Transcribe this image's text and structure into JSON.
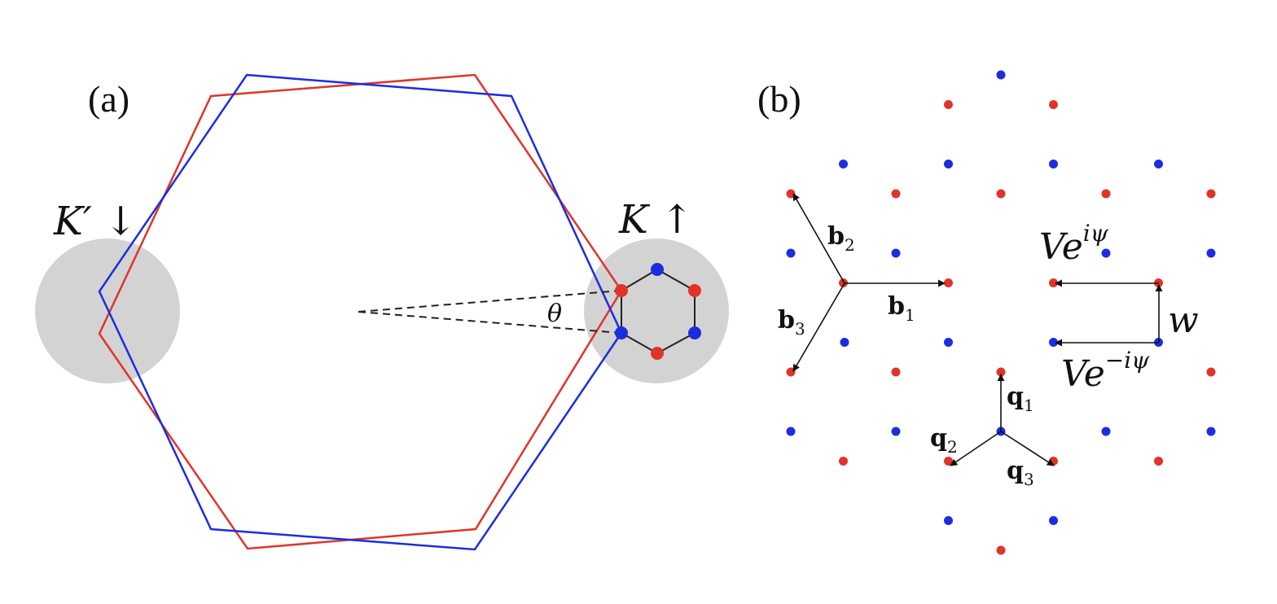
{
  "panel_a": {
    "label": "(a)",
    "valley_left": "K′ ↓",
    "valley_right": "K ↑",
    "angle": "θ",
    "colors": {
      "layer1": "#e0342b",
      "layer2": "#1c2de0",
      "valley_disk": "#d3d3d3"
    }
  },
  "panel_b": {
    "label": "(b)",
    "b1": {
      "base": "b",
      "sub": "1"
    },
    "b2": {
      "base": "b",
      "sub": "2"
    },
    "b3": {
      "base": "b",
      "sub": "3"
    },
    "q1": {
      "base": "q",
      "sub": "1"
    },
    "q2": {
      "base": "q",
      "sub": "2"
    },
    "q3": {
      "base": "q",
      "sub": "3"
    },
    "hop_top": {
      "base": "Ve",
      "sup": "iψ"
    },
    "hop_bottom": {
      "base": "Ve",
      "sup": "−iψ"
    },
    "hop_vertical": "w",
    "colors": {
      "red_site": "#e0342b",
      "blue_site": "#1c2de0"
    }
  }
}
